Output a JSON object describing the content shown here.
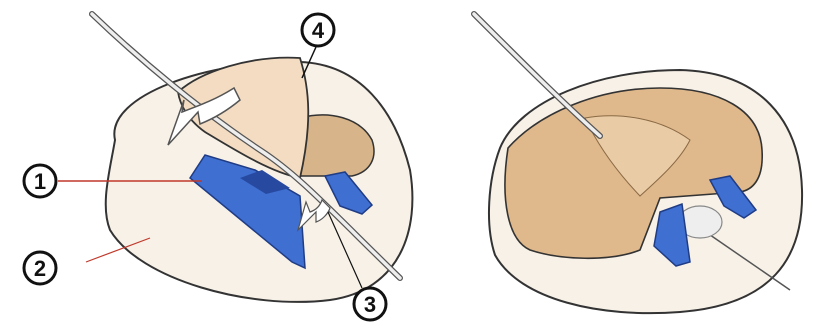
{
  "callouts": [
    {
      "id": "1",
      "label": "1"
    },
    {
      "id": "2",
      "label": "2"
    },
    {
      "id": "3",
      "label": "3"
    },
    {
      "id": "4",
      "label": "4"
    }
  ],
  "colors": {
    "pad_fill": "#f7f1e8",
    "pad_outline": "#333333",
    "dressing_fill": "#f3dcc2",
    "dressing_dark": "#d7b489",
    "wing_blue": "#3f6fd1",
    "wing_blue_dark": "#2749a0",
    "arrow_fill": "#ffffff",
    "leader_line": "#c0392b",
    "tube": "#ececec"
  }
}
